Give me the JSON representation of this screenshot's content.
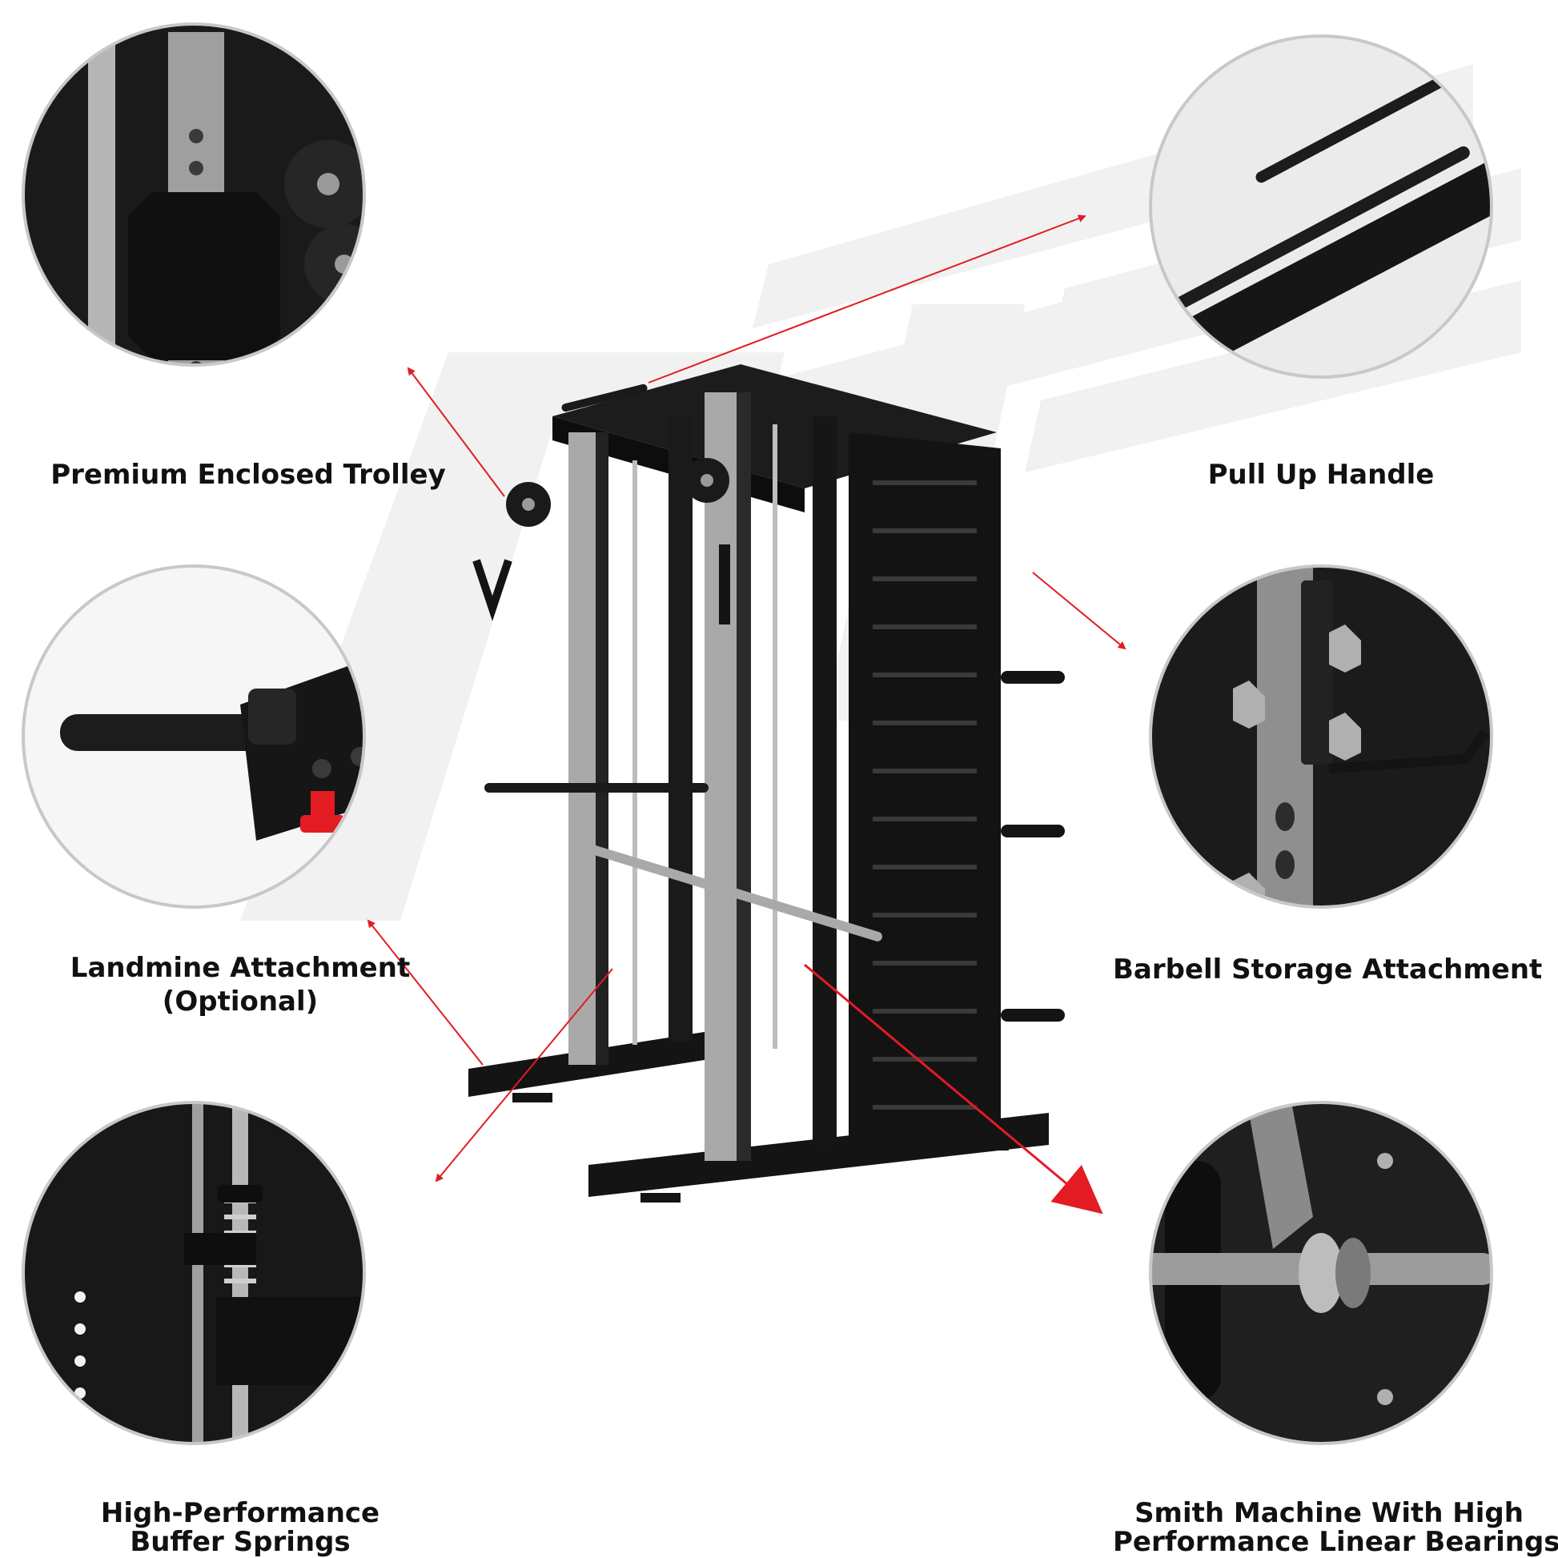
{
  "colors": {
    "accent": "#e31b23",
    "frame": "#141414",
    "steel": "#a9a9a9",
    "watermark": "#f1f1f1",
    "circle_border": "#c8c8c8"
  },
  "logo": {
    "text": "ATF"
  },
  "callouts": [
    {
      "id": "trolley",
      "lines": [
        "Premium Enclosed Trolley"
      ]
    },
    {
      "id": "pullup",
      "lines": [
        "Pull Up Handle"
      ]
    },
    {
      "id": "landmine",
      "lines": [
        "Landmine Attachment",
        "(Optional)"
      ]
    },
    {
      "id": "barbell-storage",
      "lines": [
        "Barbell Storage Attachment"
      ]
    },
    {
      "id": "springs",
      "lines": [
        "High-Performance",
        "Buffer Springs"
      ]
    },
    {
      "id": "smith",
      "lines": [
        "Smith Machine With High",
        "Performance Linear Bearings"
      ]
    }
  ]
}
